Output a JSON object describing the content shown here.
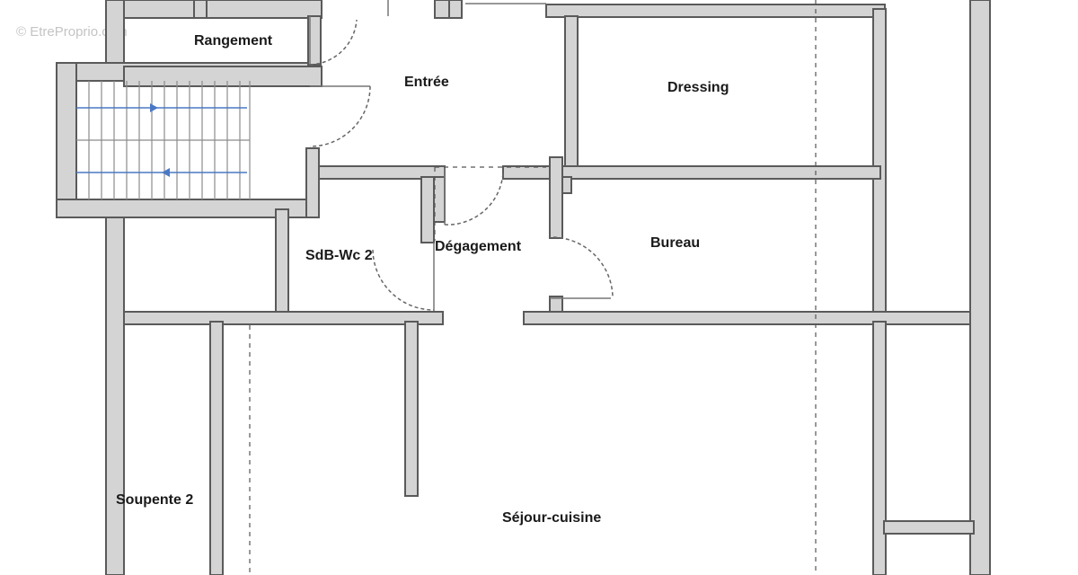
{
  "watermark": "© EtreProprio.com",
  "rooms": {
    "rangement": "Rangement",
    "entree": "Entrée",
    "dressing": "Dressing",
    "sdb_wc2": "SdB-Wc 2",
    "degagement": "Dégagement",
    "bureau": "Bureau",
    "soupente2": "Soupente 2",
    "sejour_cuisine": "Séjour-cuisine"
  },
  "colors": {
    "wall_fill": "#d4d4d4",
    "wall_outline": "#5a5a5a",
    "stair_arrow": "#4a78c4"
  },
  "icons": [
    "stair-arrow-icon",
    "door-swing-icon"
  ]
}
